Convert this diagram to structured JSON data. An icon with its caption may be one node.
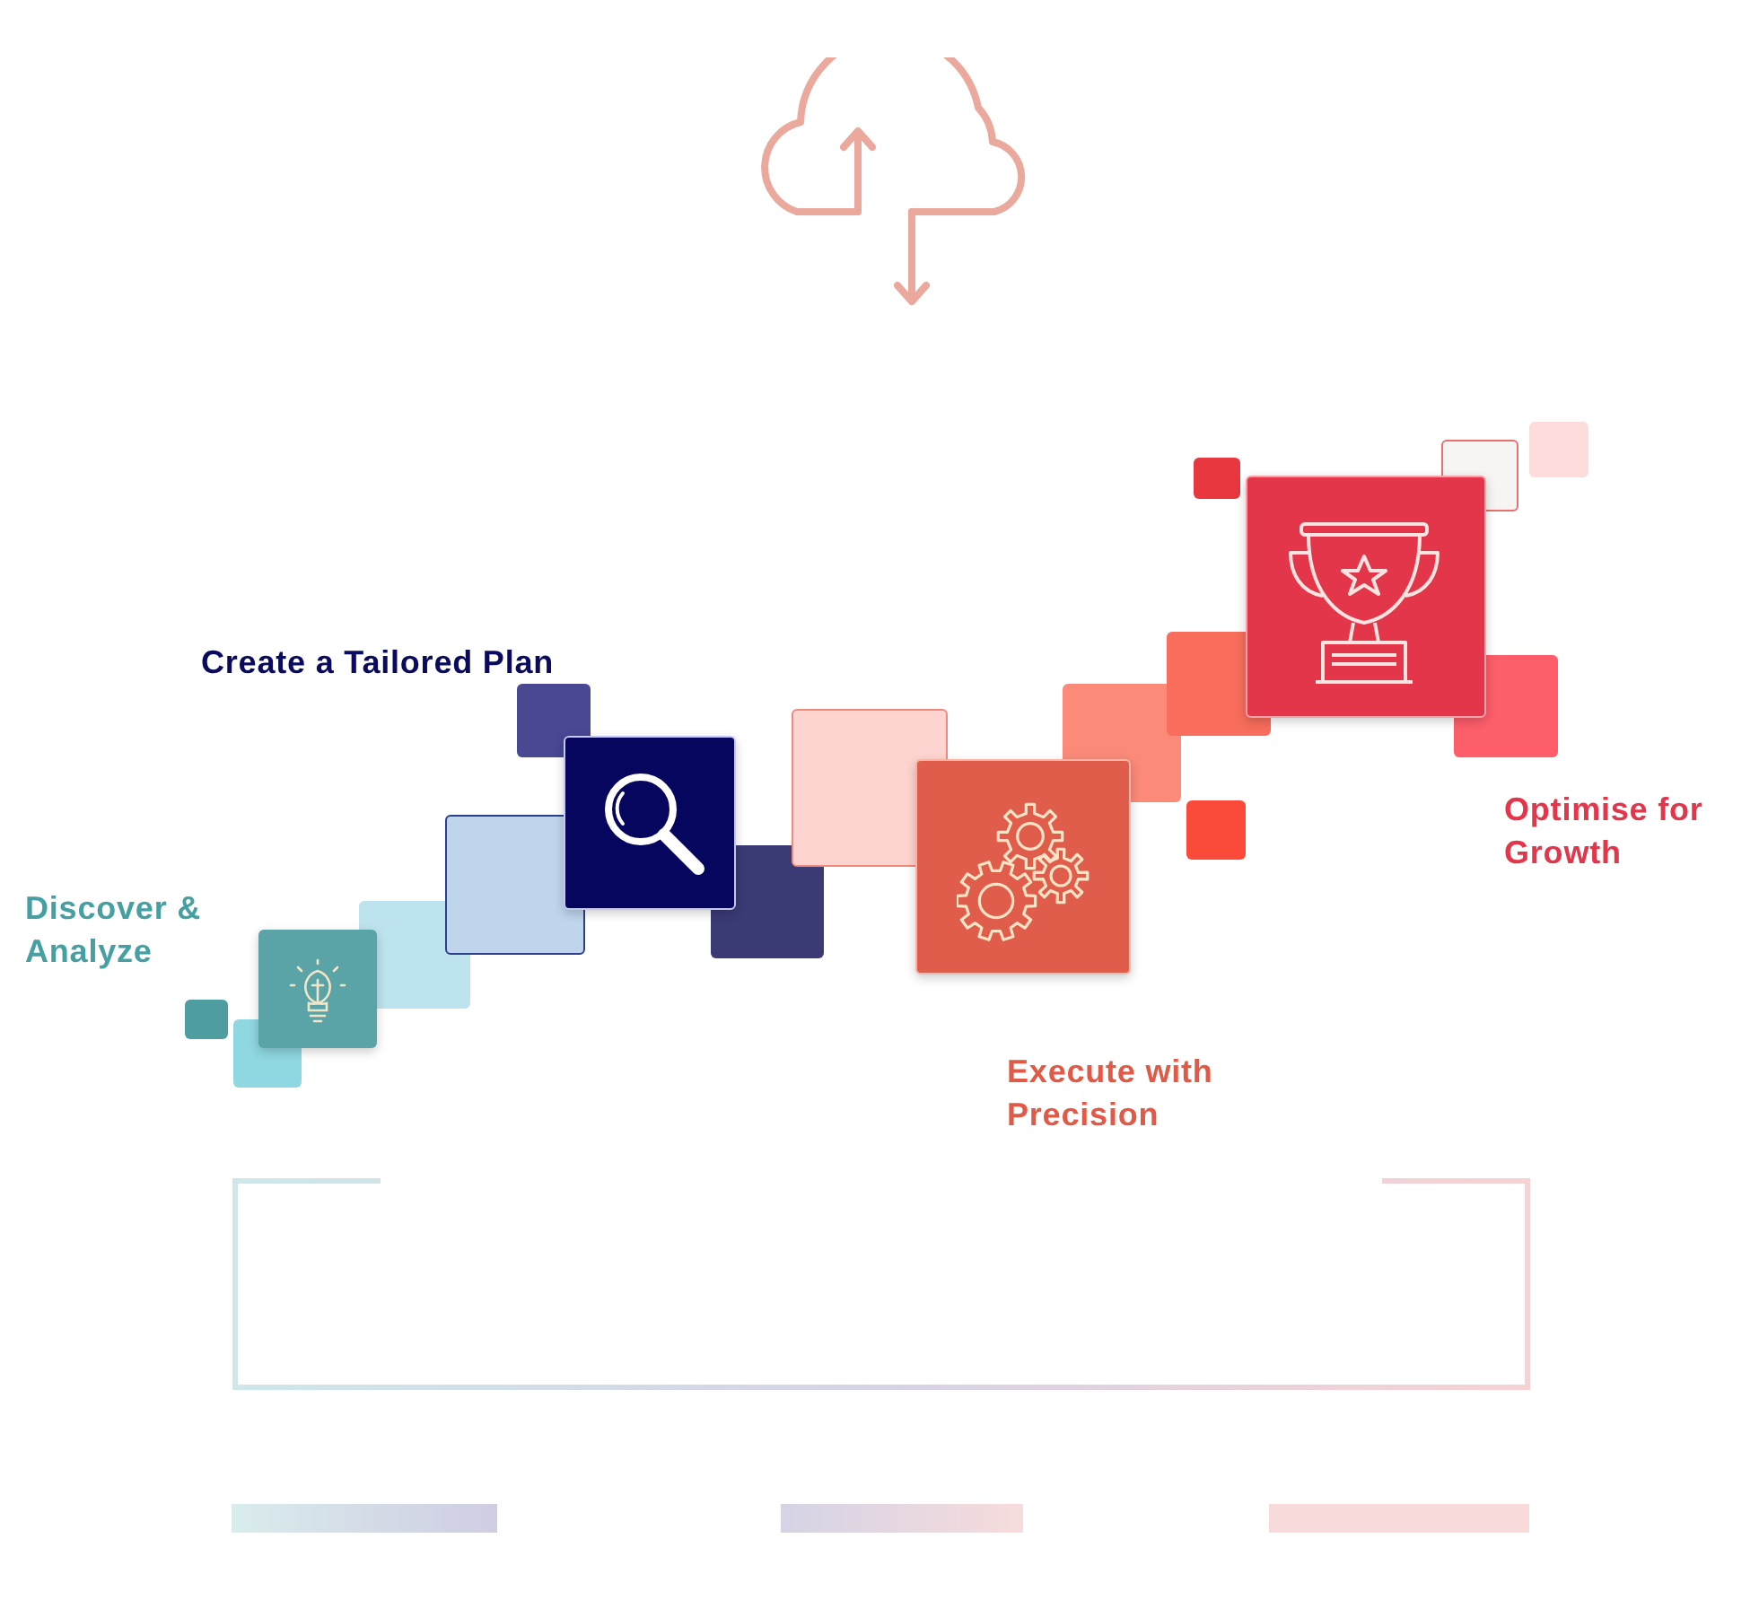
{
  "diagram": {
    "labels": [
      "Create a Tailored Plan",
      "Discover & Analyze",
      "Optimise for Growth",
      "Execute with Precision"
    ]
  }
}
